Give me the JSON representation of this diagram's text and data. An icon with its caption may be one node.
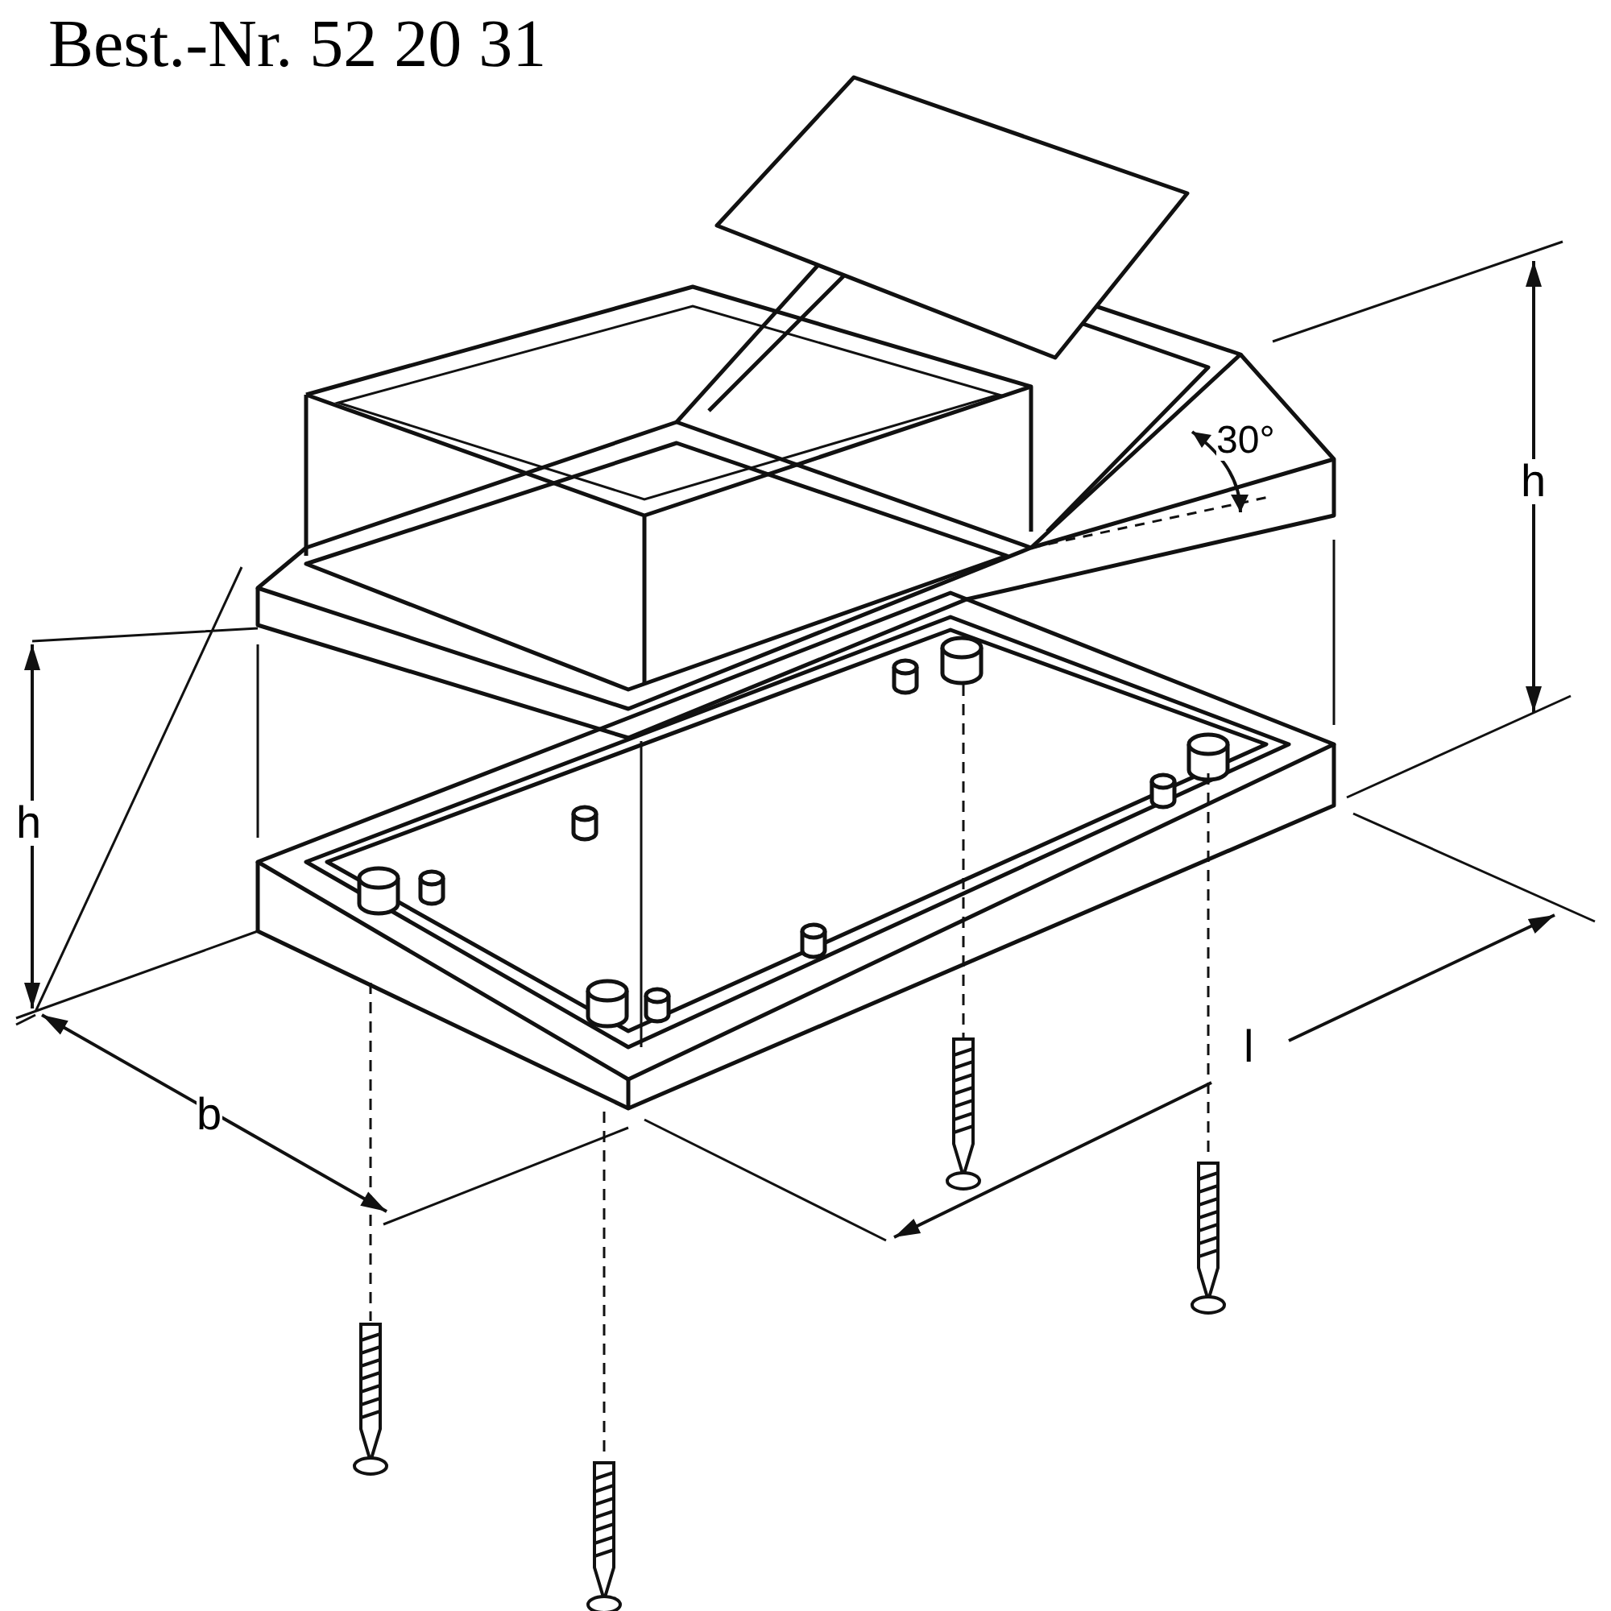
{
  "diagram": {
    "title": "Best.-Nr. 52 20 31",
    "labels": [
      "30°",
      "h",
      "h",
      "l",
      "b"
    ]
  }
}
